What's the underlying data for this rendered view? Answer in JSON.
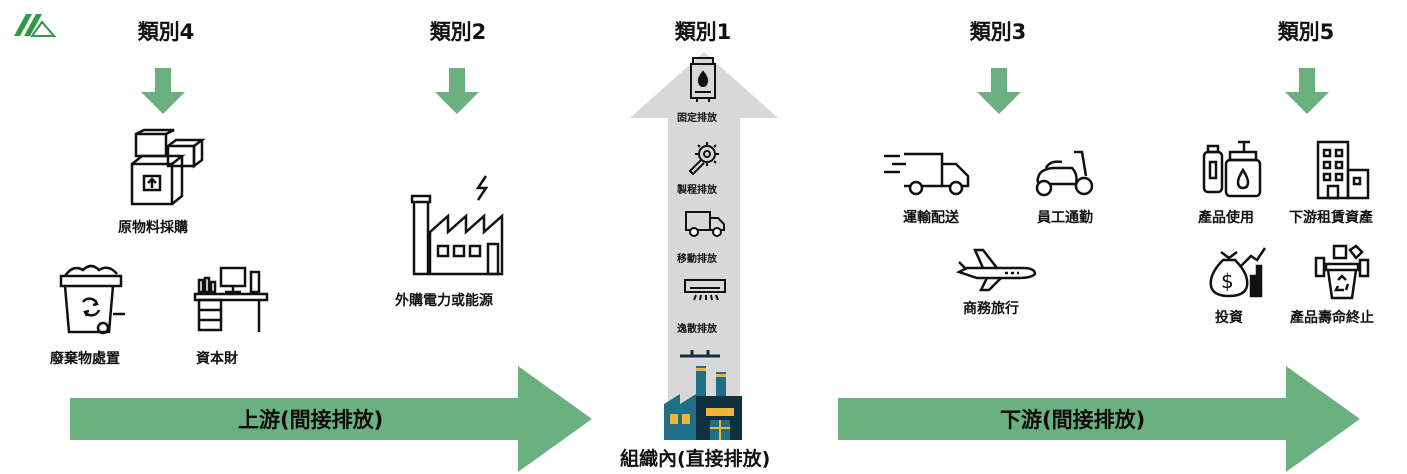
{
  "categories": {
    "cat4": "類別4",
    "cat2": "類別2",
    "cat1": "類別1",
    "cat3": "類別3",
    "cat5": "類別5"
  },
  "upstream": {
    "label": "上游(間接排放)",
    "items": {
      "raw_materials": "原物料採購",
      "waste": "廢棄物處置",
      "capital_goods": "資本財",
      "purchased_energy": "外購電力或能源"
    }
  },
  "direct": {
    "label": "組織內(直接排放)",
    "items": {
      "stationary": "固定排放",
      "process": "製程排放",
      "mobile": "移動排放",
      "fugitive": "逸散排放"
    }
  },
  "downstream": {
    "label": "下游(間接排放)",
    "items": {
      "transport": "運輸配送",
      "commuting": "員工通勤",
      "business_travel": "商務旅行",
      "product_use": "產品使用",
      "leased_assets": "下游租賃資產",
      "investment": "投資",
      "end_of_life": "產品壽命終止"
    }
  },
  "colors": {
    "arrow_green": "#6bb17f",
    "column_gray": "#d8d8d8",
    "icon_stroke": "#111111",
    "factory_blue": "#1f6f86",
    "factory_dark": "#12313f"
  }
}
